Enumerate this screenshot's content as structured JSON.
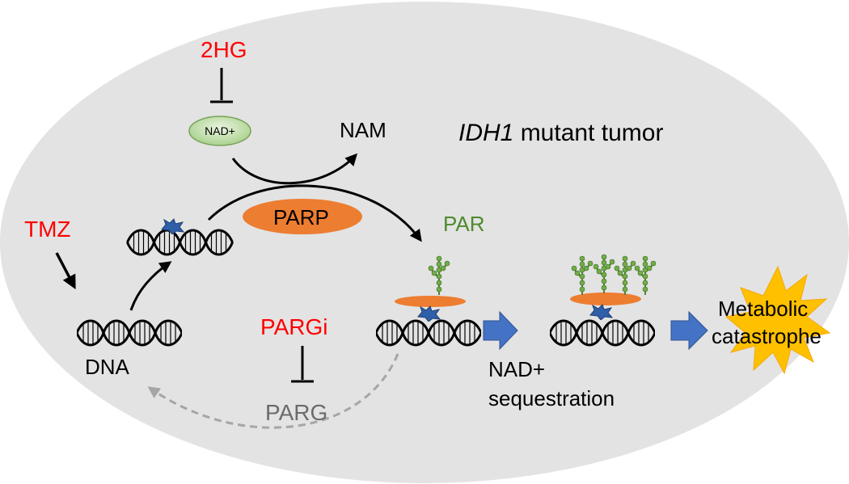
{
  "diagram": {
    "title_italic": "IDH1",
    "title_rest": " mutant tumor",
    "labels": {
      "hg": "2HG",
      "nad_pill": "NAD+",
      "nam": "NAM",
      "parp": "PARP",
      "par": "PAR",
      "tmz": "TMZ",
      "dna": "DNA",
      "pargi": "PARGi",
      "parg": "PARG",
      "nad_seq_1": "NAD+",
      "nad_seq_2": "sequestration",
      "meta_1": "Metabolic",
      "meta_2": "catastrophe"
    },
    "colors": {
      "background_oval": "#e3e3e3",
      "inhibitor_red": "#ff0000",
      "par_green": "#4e8a2d",
      "parp_orange": "#ed7d31",
      "block_arrow_blue": "#4472c4",
      "lesion_blue": "#2e5fa8",
      "pill_green": "#c6e0b4",
      "burst_yellow": "#ffc000",
      "dashed_gray": "#a6a6a6"
    }
  }
}
